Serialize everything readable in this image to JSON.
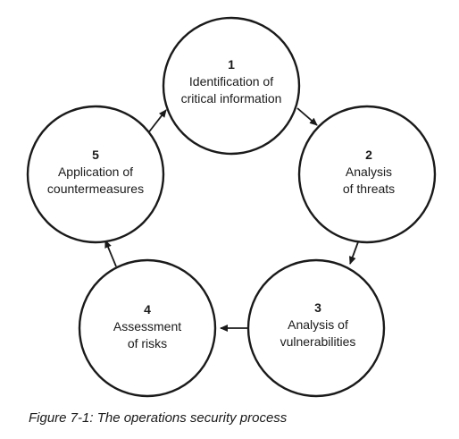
{
  "figure": {
    "caption": "Figure 7-1: The operations security process"
  },
  "nodes": [
    {
      "number": "1",
      "lines": [
        "Identification of",
        "critical information"
      ]
    },
    {
      "number": "2",
      "lines": [
        "Analysis",
        "of threats"
      ]
    },
    {
      "number": "3",
      "lines": [
        "Analysis of",
        "vulnerabilities"
      ]
    },
    {
      "number": "4",
      "lines": [
        "Assessment",
        "of risks"
      ]
    },
    {
      "number": "5",
      "lines": [
        "Application of",
        "countermeasures"
      ]
    }
  ],
  "flow": [
    {
      "from": "1",
      "to": "2"
    },
    {
      "from": "2",
      "to": "3"
    },
    {
      "from": "3",
      "to": "4"
    },
    {
      "from": "4",
      "to": "5"
    },
    {
      "from": "5",
      "to": "1"
    }
  ]
}
